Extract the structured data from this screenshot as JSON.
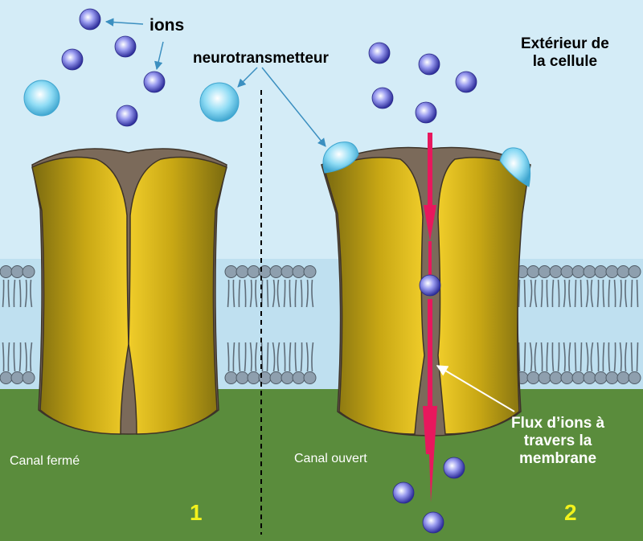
{
  "labels": {
    "ions": "ions",
    "neurotransmitter": "neurotransmetteur",
    "outside_line1": "Extérieur de",
    "outside_line2": "la cellule",
    "closed_channel": "Canal fermé",
    "open_channel": "Canal ouvert",
    "flux_line1": "Flux d’ions à",
    "flux_line2": "travers la",
    "flux_line3": "membrane",
    "panel1_number": "1",
    "panel2_number": "2"
  },
  "colors": {
    "extracellular": "#d4ecf7",
    "intracellular": "#5a8c3c",
    "membrane_band": "#bfe0f0",
    "lipid_head": "#8e9fae",
    "lipid_tail": "#5f6c78",
    "channel_subunit": "#c9a815",
    "channel_core": "#7b6a5a",
    "ion": "#5b5fd6",
    "neurotransmitter": "#7fd2ee",
    "ion_flux_arrow": "#e8175d",
    "panel_number": "#f2f21c",
    "pointer_arrow": "#3b8fc0"
  }
}
